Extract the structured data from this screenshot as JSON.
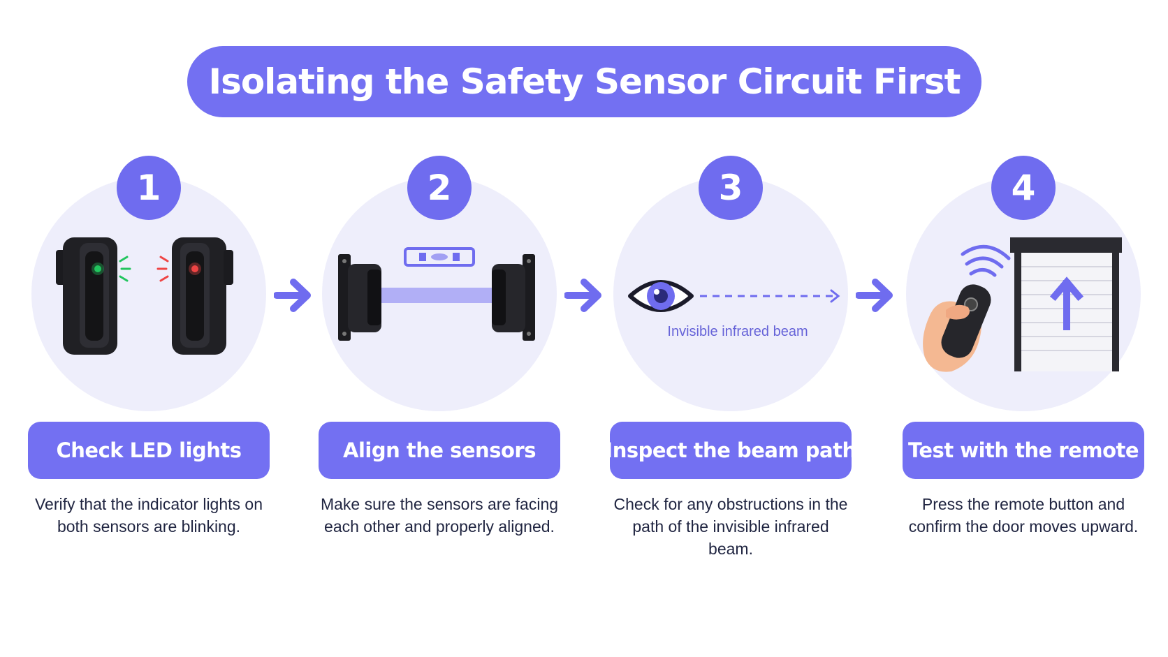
{
  "title": "Isolating the Safety Sensor Circuit First",
  "colors": {
    "accent": "#7370f2",
    "bubble": "#eeeefb",
    "text": "#1f2440",
    "led_green": "#22c55e",
    "led_red": "#ef4444"
  },
  "steps": [
    {
      "number": "1",
      "label": "Check LED lights",
      "description": "Verify that the indicator lights on both sensors are blinking.",
      "icon": "sensor-led-icon"
    },
    {
      "number": "2",
      "label": "Align the sensors",
      "description": "Make sure the sensors are facing each other and properly aligned.",
      "icon": "level-sensors-icon"
    },
    {
      "number": "3",
      "label": "Inspect the beam path",
      "description": "Check for any obstructions in the path of the invisible infrared beam.",
      "icon": "eye-beam-icon",
      "caption": "Invisible infrared beam"
    },
    {
      "number": "4",
      "label": "Test with the remote",
      "description": "Press the remote button and confirm the door moves upward.",
      "icon": "remote-door-icon"
    }
  ]
}
